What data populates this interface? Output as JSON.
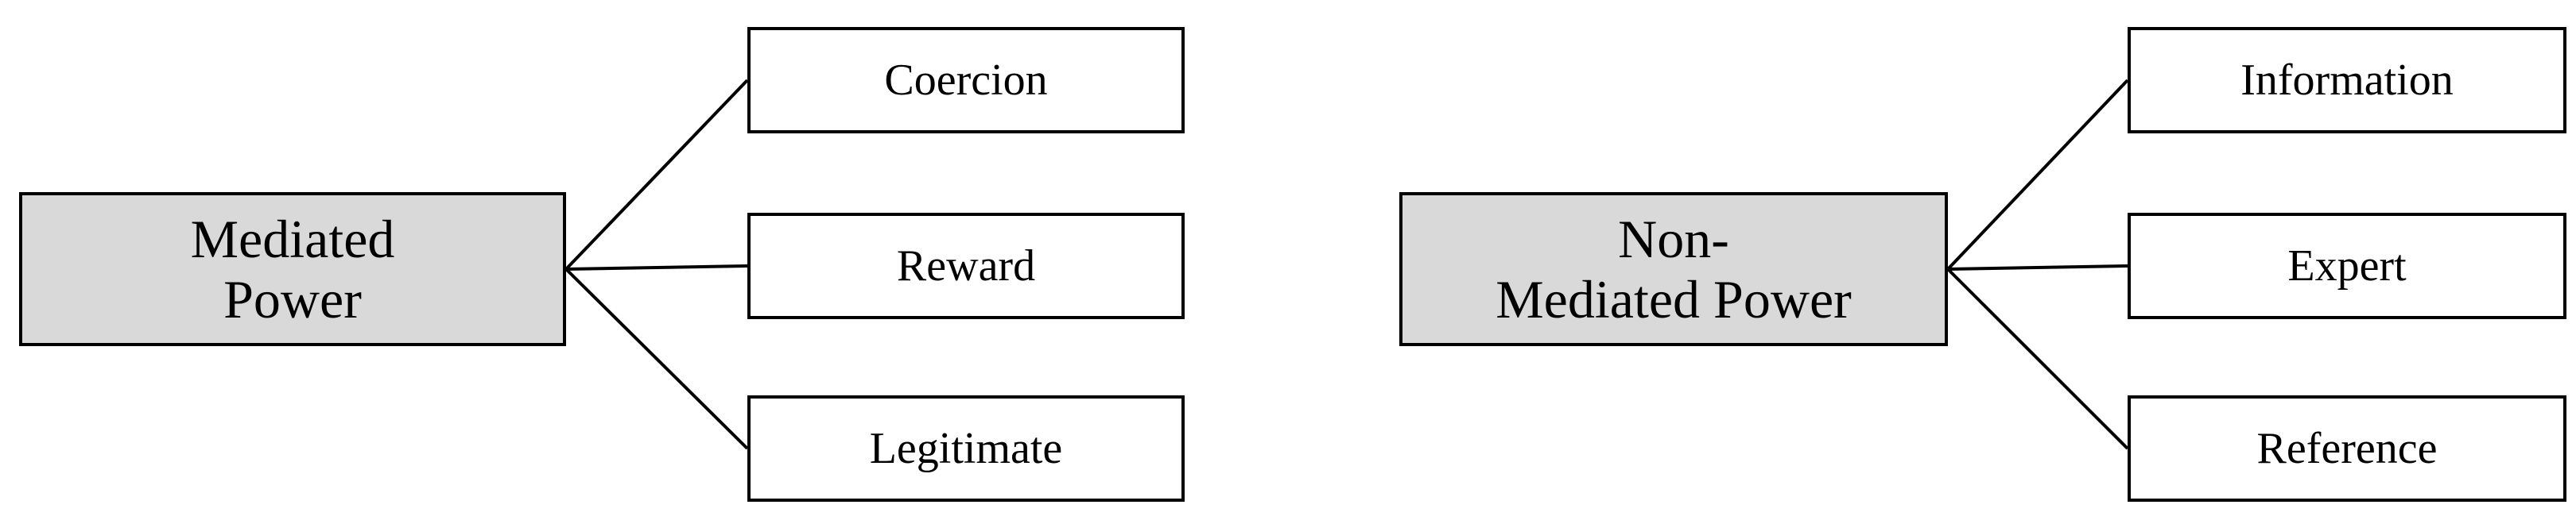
{
  "groups": [
    {
      "label_lines": [
        "Mediated",
        "Power"
      ],
      "children": [
        "Coercion",
        "Reward",
        "Legitimate"
      ]
    },
    {
      "label_lines": [
        "Non-",
        "Mediated Power"
      ],
      "children": [
        "Information",
        "Expert",
        "Reference"
      ]
    }
  ],
  "colors": {
    "main_box_fill": "#d9d9d9",
    "child_box_fill": "#ffffff",
    "line": "#000000"
  }
}
